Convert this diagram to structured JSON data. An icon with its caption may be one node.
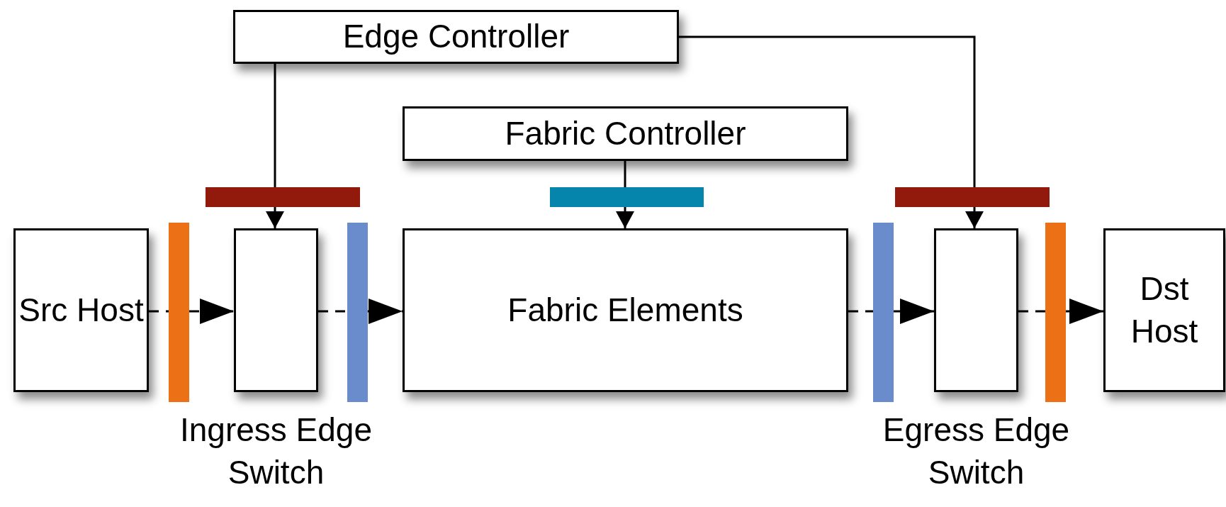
{
  "diagram": {
    "nodes": [
      {
        "text": [
          "Edge Controller"
        ]
      },
      {
        "text": [
          "Fabric Controller"
        ]
      },
      {
        "text": [],
        "shape": "bar"
      },
      {
        "text": [],
        "shape": "bar"
      },
      {
        "text": [],
        "shape": "bar"
      },
      {
        "text": [
          "Src Host"
        ]
      },
      {
        "text": [],
        "shape": "bar"
      },
      {
        "text": [],
        "shape": "box",
        "beside": [
          "Ingress Edge Switch"
        ]
      },
      {
        "text": [],
        "shape": "bar"
      },
      {
        "text": [
          "Fabric Elements"
        ]
      },
      {
        "text": [],
        "shape": "bar"
      },
      {
        "text": [],
        "shape": "box",
        "beside": [
          "Egress Edge Switch"
        ]
      },
      {
        "text": [],
        "shape": "bar"
      },
      {
        "text": [
          "Dst Host"
        ]
      }
    ],
    "edges": [
      {
        "from": 0,
        "to": 2,
        "arrow": "none"
      },
      {
        "from": 2,
        "to": 7,
        "arrow": "to"
      },
      {
        "from": 1,
        "to": 3,
        "arrow": "none"
      },
      {
        "from": 3,
        "to": 9,
        "arrow": "to"
      },
      {
        "from": 0,
        "to": 4,
        "arrow": "none"
      },
      {
        "from": 4,
        "to": 11,
        "arrow": "to"
      },
      {
        "from": 5,
        "to": 6,
        "arrow": "none",
        "style": "dashed"
      },
      {
        "from": 6,
        "to": 7,
        "arrow": "to",
        "style": "dashed"
      },
      {
        "from": 7,
        "to": 8,
        "arrow": "none",
        "style": "dashed"
      },
      {
        "from": 8,
        "to": 9,
        "arrow": "to",
        "style": "dashed"
      },
      {
        "from": 9,
        "to": 10,
        "arrow": "none",
        "style": "dashed"
      },
      {
        "from": 10,
        "to": 11,
        "arrow": "to",
        "style": "dashed"
      },
      {
        "from": 11,
        "to": 12,
        "arrow": "none",
        "style": "dashed"
      },
      {
        "from": 12,
        "to": 13,
        "arrow": "to",
        "style": "dashed"
      }
    ]
  }
}
